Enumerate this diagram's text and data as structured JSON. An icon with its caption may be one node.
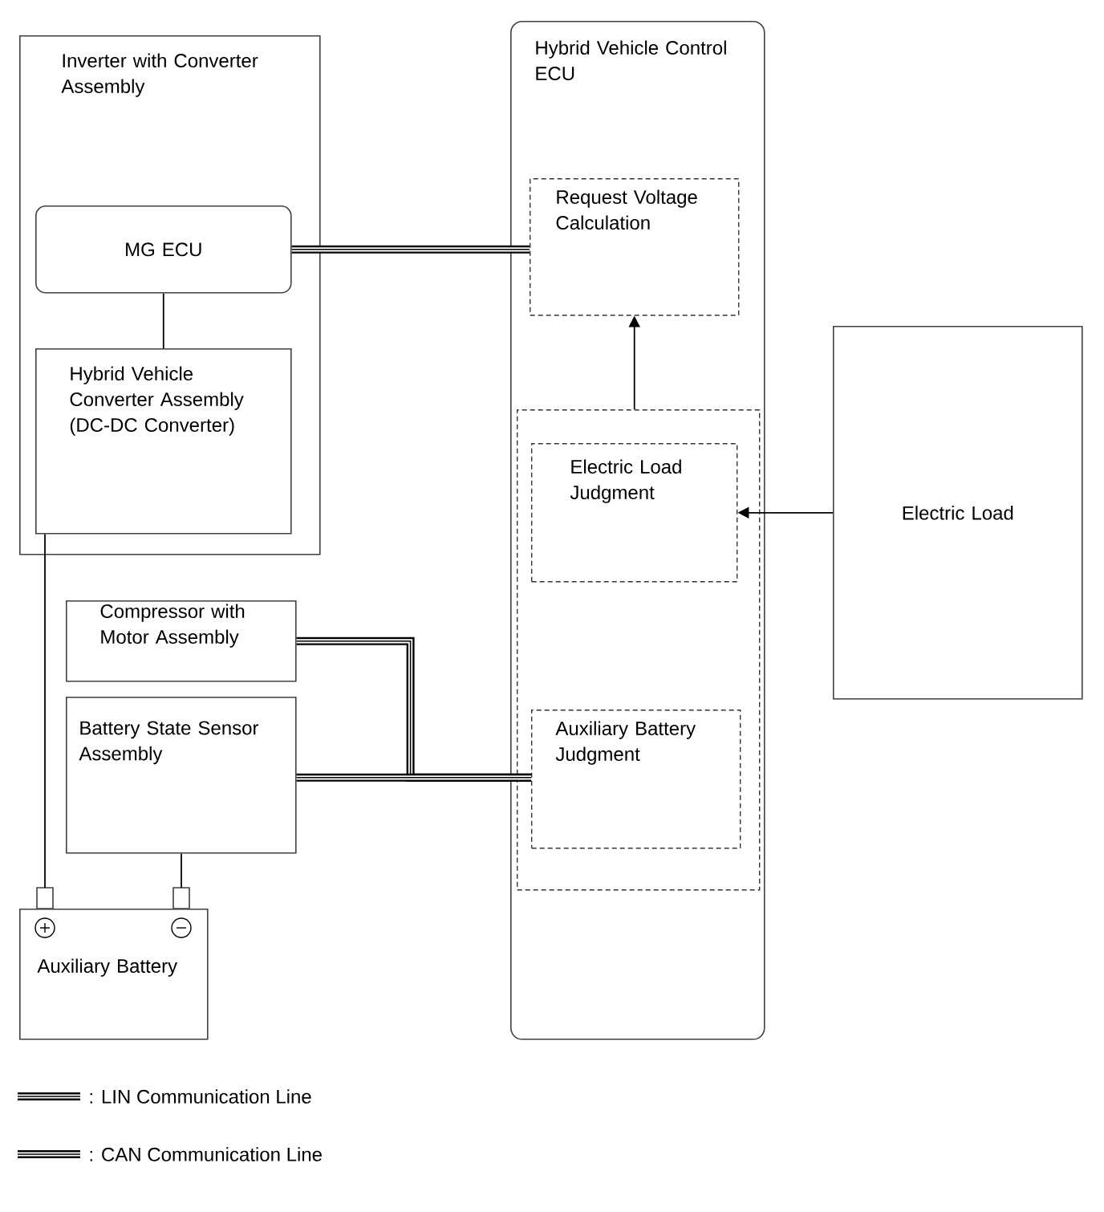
{
  "diagram": {
    "nodes": [
      {
        "text": [
          "Inverter with Converter Assembly"
        ]
      },
      {
        "text": [
          "MG ECU"
        ],
        "in": 0
      },
      {
        "text": [
          "Hybrid Vehicle Converter Assembly (DC-DC Converter)"
        ],
        "in": 0
      },
      {
        "text": [
          "Hybrid Vehicle Control ECU"
        ]
      },
      {
        "text": [
          "Request Voltage Calculation"
        ],
        "in": 3
      },
      {
        "text": [],
        "shape": "box",
        "in": 3
      },
      {
        "text": [
          "Electric Load Judgment"
        ],
        "in": 5
      },
      {
        "text": [
          "Auxiliary Battery Judgment"
        ],
        "in": 5
      },
      {
        "text": [
          "Electric Load"
        ]
      },
      {
        "text": [
          "Compressor with Motor Assembly"
        ]
      },
      {
        "text": [
          "Battery State Sensor Assembly"
        ]
      },
      {
        "text": [
          "Auxiliary Battery"
        ]
      }
    ],
    "edges": [
      {
        "from": 1,
        "to": 4,
        "arrow": "none",
        "style": "thick"
      },
      {
        "from": 1,
        "to": 2,
        "arrow": "none"
      },
      {
        "from": 5,
        "to": 4,
        "arrow": "to"
      },
      {
        "from": 8,
        "to": 6,
        "arrow": "to"
      },
      {
        "from": 9,
        "to": 7,
        "arrow": "none",
        "style": "thick"
      },
      {
        "from": 10,
        "to": 7,
        "arrow": "none",
        "style": "thick"
      },
      {
        "from": 2,
        "to": 11,
        "arrow": "none"
      },
      {
        "from": 10,
        "to": 11,
        "arrow": "none"
      }
    ],
    "legend": [
      {
        "text": ": LIN Communication Line"
      },
      {
        "text": ": CAN Communication Line"
      }
    ]
  }
}
